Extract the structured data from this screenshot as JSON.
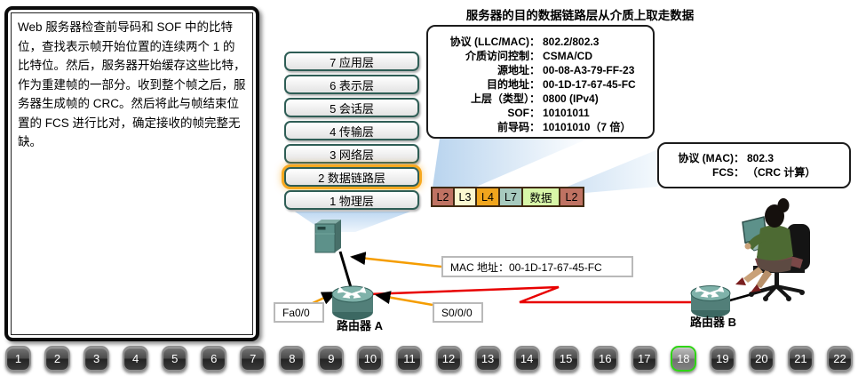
{
  "title": "服务器的目的数据链路层从介质上取走数据",
  "description": "Web 服务器检查前导码和 SOF 中的比特位，查找表示帧开始位置的连续两个 1 的比特位。然后，服务器开始缓存这些比特，作为重建帧的一部分。收到整个帧之后，服务器生成帧的 CRC。然后将此与帧结束位置的 FCS 进行比对，确定接收的帧完整无缺。",
  "osi": {
    "layers": [
      "7 应用层",
      "6 表示层",
      "5 会话层",
      "4 传输层",
      "3 网络层",
      "2 数据链路层",
      "1 物理层"
    ],
    "highlighted_layer": "2 数据链路层"
  },
  "top_callout": {
    "rows": [
      {
        "label": "协议 (LLC/MAC)：",
        "value": "802.2/802.3"
      },
      {
        "label": "介质访问控制：",
        "value": "CSMA/CD"
      },
      {
        "label": "源地址：",
        "value": "00-08-A3-79-FF-23"
      },
      {
        "label": "目的地址：",
        "value": "00-1D-17-67-45-FC"
      },
      {
        "label": "上层（类型）：",
        "value": "0800 (IPv4)"
      },
      {
        "label": "SOF：",
        "value": "10101011"
      },
      {
        "label": "前导码：",
        "value": "10101010（7 倍）"
      }
    ]
  },
  "right_callout": {
    "rows": [
      {
        "label": "协议 (MAC)：",
        "value": "802.3"
      },
      {
        "label": "FCS：",
        "value": "（CRC 计算）"
      }
    ]
  },
  "frame": {
    "segments": [
      {
        "label": "L2",
        "color": "#bf7262"
      },
      {
        "label": "L3",
        "color": "#fbf8d0"
      },
      {
        "label": "L4",
        "color": "#f0a51d"
      },
      {
        "label": "L7",
        "color": "#a7cabe"
      },
      {
        "label": "数据",
        "color": "#d8f6a8"
      },
      {
        "label": "L2",
        "color": "#bf7262"
      }
    ]
  },
  "device_labels": {
    "router_a": "路由器 A",
    "router_b": "路由器 B",
    "fa_port": "Fa0/0",
    "s_port": "S0/0/0",
    "mac_address": "MAC 地址：00-1D-17-67-45-FC"
  },
  "nav": {
    "buttons": [
      "1",
      "2",
      "3",
      "4",
      "5",
      "6",
      "7",
      "8",
      "9",
      "10",
      "11",
      "12",
      "13",
      "14",
      "15",
      "16",
      "17",
      "18",
      "19",
      "20",
      "21",
      "22"
    ],
    "active": "18"
  },
  "colors": {
    "highlight_orange": "#f7a81f",
    "callout_line_orange": "#f59d00",
    "serial_link_red": "#e80000",
    "device_teal": "#5d918a",
    "osi_border_teal": "#2e5d55",
    "nav_active_green": "#2fd414",
    "beam_blue": "#bed8f1"
  }
}
